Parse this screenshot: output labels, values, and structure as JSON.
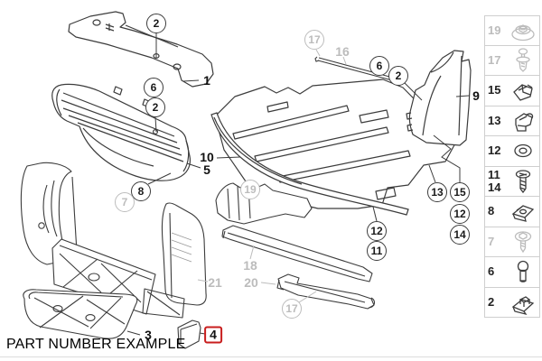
{
  "title": "PART NUMBER EXAMPLE",
  "colors": {
    "active_line": "#3c3c3c",
    "inactive": "#bcbcbc",
    "highlight_red": "#c81e1e",
    "background": "#ffffff",
    "sidebar_border": "#cfcfcf"
  },
  "callouts": {
    "circled": [
      {
        "label": "2",
        "state": "active"
      },
      {
        "label": "6",
        "state": "active"
      },
      {
        "label": "2",
        "state": "active"
      },
      {
        "label": "17",
        "state": "inactive"
      },
      {
        "label": "6",
        "state": "active"
      },
      {
        "label": "2",
        "state": "active"
      },
      {
        "label": "8",
        "state": "active"
      },
      {
        "label": "7",
        "state": "inactive"
      },
      {
        "label": "19",
        "state": "inactive"
      },
      {
        "label": "13",
        "state": "active"
      },
      {
        "label": "15",
        "state": "active"
      },
      {
        "label": "12",
        "state": "active"
      },
      {
        "label": "14",
        "state": "active"
      },
      {
        "label": "12",
        "state": "active"
      },
      {
        "label": "11",
        "state": "active"
      },
      {
        "label": "17",
        "state": "inactive"
      }
    ],
    "plain": [
      {
        "label": "1",
        "state": "active"
      },
      {
        "label": "10",
        "state": "active"
      },
      {
        "label": "5",
        "state": "active"
      },
      {
        "label": "9",
        "state": "active"
      },
      {
        "label": "3",
        "state": "active"
      },
      {
        "label": "16",
        "state": "inactive"
      },
      {
        "label": "18",
        "state": "inactive"
      },
      {
        "label": "21",
        "state": "inactive"
      },
      {
        "label": "20",
        "state": "inactive"
      },
      {
        "label": "4",
        "state": "highlighted"
      }
    ]
  },
  "sidebar": {
    "items": [
      {
        "label": "19",
        "icon": "grommet",
        "state": "inactive"
      },
      {
        "label": "17",
        "icon": "expansion-rivet",
        "state": "inactive"
      },
      {
        "label": "15",
        "icon": "cable-clip",
        "state": "active"
      },
      {
        "label": "13",
        "icon": "clamp-bracket",
        "state": "active"
      },
      {
        "label": "12",
        "icon": "washer",
        "state": "active"
      },
      {
        "label": "11",
        "label2": "14",
        "icon": "screw",
        "state": "active"
      },
      {
        "label": "8",
        "icon": "speed-nut",
        "state": "active"
      },
      {
        "label": "7",
        "icon": "washer-screw",
        "state": "inactive"
      },
      {
        "label": "6",
        "icon": "round-bolt",
        "state": "active"
      },
      {
        "label": "2",
        "icon": "clamp-nut",
        "state": "active"
      }
    ]
  }
}
